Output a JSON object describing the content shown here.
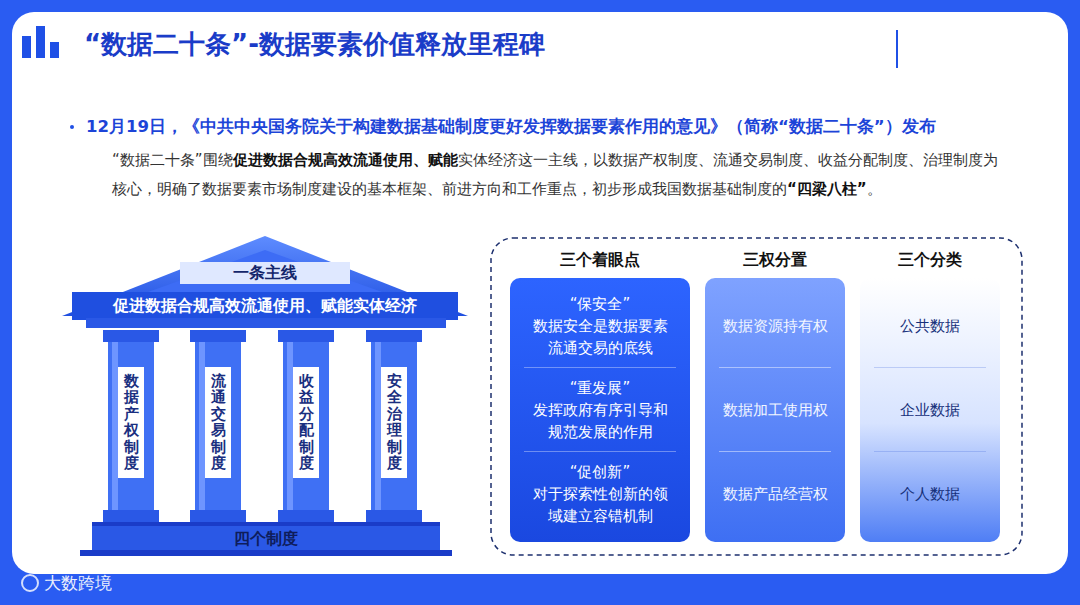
{
  "diagram": {
    "title": "“数据二十条”-数据要素价值释放里程碑",
    "nodes": [
      {
        "text": [
          "一条主线",
          "促进数据合规高效流通使用、赋能实体经济"
        ]
      },
      {
        "text": [
          "数据产权制度"
        ]
      },
      {
        "text": [
          "流通交易制度"
        ]
      },
      {
        "text": [
          "收益分配制度"
        ]
      },
      {
        "text": [
          "安全治理制度"
        ]
      },
      {
        "text": [
          "四个制度"
        ]
      },
      {
        "text": [
          "三个着眼点"
        ]
      },
      {
        "text": [
          "“保安全”",
          "数据安全是数据要素流通交易的底线"
        ],
        "in": 6
      },
      {
        "text": [
          "“重发展”",
          "发挥政府有序引导和规范发展的作用"
        ],
        "in": 6
      },
      {
        "text": [
          "“促创新”",
          "对于探索性创新的领域建立容错机制"
        ],
        "in": 6
      },
      {
        "text": [
          "三权分置"
        ]
      },
      {
        "text": [
          "数据资源持有权"
        ],
        "in": 10
      },
      {
        "text": [
          "数据加工使用权"
        ],
        "in": 10
      },
      {
        "text": [
          "数据产品经营权"
        ],
        "in": 10
      },
      {
        "text": [
          "三个分类"
        ]
      },
      {
        "text": [
          "公共数据"
        ],
        "in": 14
      },
      {
        "text": [
          "企业数据"
        ],
        "in": 14
      },
      {
        "text": [
          "个人数据"
        ],
        "in": 14
      }
    ],
    "labels": [
      "12月19日，《中共中央国务院关于构建数据基础制度更好发挥数据要素作用的意见》（简称“数据二十条”）发布",
      "“数据二十条”围绕",
      "促进数据合规高效流通使用、赋能",
      "实体经济这一主线，以数据产权制度、流通交易制度、收益分配制度、治理制度为核心，明确了数据要素市场制度建设的基本框架、前进方向和工作重点，初步形成我国数据基础制度的",
      "“四梁八柱”",
      "。",
      "大数跨境"
    ]
  }
}
